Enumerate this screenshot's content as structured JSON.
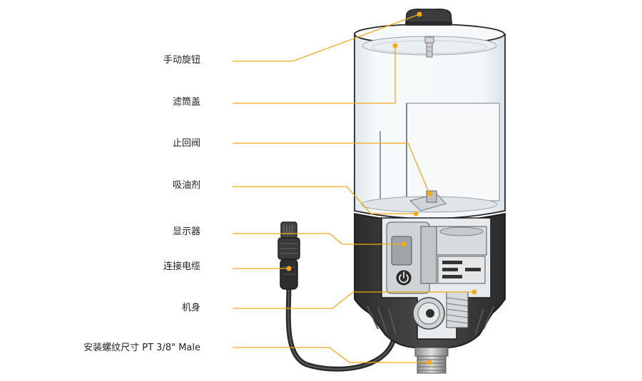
{
  "callouts": [
    {
      "id": "manual-knob",
      "text": "手动旋钮"
    },
    {
      "id": "filter-cover",
      "text": "滤筒盖"
    },
    {
      "id": "check-valve",
      "text": "止回阀"
    },
    {
      "id": "oil-absorbent",
      "text": "吸油剂"
    },
    {
      "id": "display",
      "text": "显示器"
    },
    {
      "id": "connection-cable",
      "text": "连接电缆"
    },
    {
      "id": "body",
      "text": "机身"
    },
    {
      "id": "mount-thread",
      "text": "安装螺纹尺寸 PT 3/8\" Male"
    }
  ],
  "colors": {
    "leader_line": "#f2a91a",
    "body_dark": "#3b3b3b",
    "outline": "#2a2a2a",
    "reservoir_fill": "#eef3f6",
    "label_text": "#222222"
  },
  "icons": [
    "power-icon"
  ]
}
